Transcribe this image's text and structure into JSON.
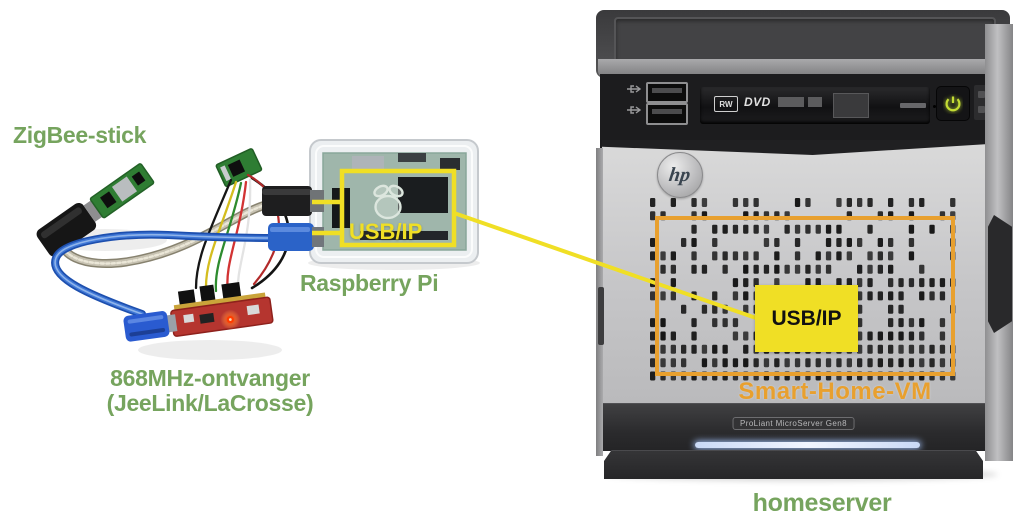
{
  "labels": {
    "zigbee": "ZigBee-stick",
    "raspberry_pi": "Raspberry Pi",
    "receiver_line1": "868MHz-ontvanger",
    "receiver_line2": "(JeeLink/LaCrosse)",
    "homeserver": "homeserver"
  },
  "annotations": {
    "usbip_pi": "USB/IP",
    "usbip_server": "USB/IP",
    "vm_label": "Smart-Home-VM"
  },
  "server": {
    "brand": "hp",
    "badge": "ProLiant MicroServer Gen8",
    "dvd_rw": "RW",
    "dvd_logo": "DVD"
  },
  "colors": {
    "label_green": "#76a45e",
    "annotation_yellow": "#f0df25",
    "annotation_orange": "#e8a02f",
    "power_green": "#c4dc34"
  }
}
